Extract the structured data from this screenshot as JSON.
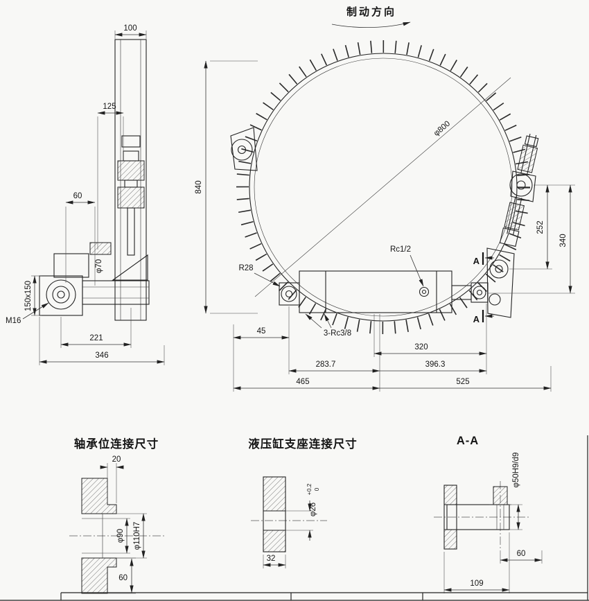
{
  "header": {
    "braking_direction": "制动方向"
  },
  "main": {
    "dims": {
      "w100": "100",
      "w125": "125",
      "w60": "60",
      "h840": "840",
      "dia800": "φ800",
      "plate150": "150x150",
      "m16": "M16",
      "dia70": "φ70",
      "w221": "221",
      "w346": "346",
      "r28": "R28",
      "rc12": "Rc1/2",
      "w45": "45",
      "rc38": "3-Rc3/8",
      "w320": "320",
      "w283_7": "283.7",
      "w396_3": "396.3",
      "w465": "465",
      "w525": "525",
      "h252": "252",
      "h340": "340",
      "section_label": "A"
    }
  },
  "details": {
    "bearing": {
      "title": "轴承位连接尺寸",
      "dims": {
        "t20": "20",
        "dia90": "φ90",
        "dia110": "φ110H7",
        "w60": "60"
      }
    },
    "cylinder_support": {
      "title": "液压缸支座连接尺寸",
      "dims": {
        "dia26": "φ26",
        "tol_upper": "+0.2",
        "tol_lower": "0",
        "w32": "32"
      }
    },
    "section_aa": {
      "title": "A-A",
      "dims": {
        "dia50": "φ50H9/d9",
        "w60": "60",
        "w109": "109"
      }
    }
  }
}
